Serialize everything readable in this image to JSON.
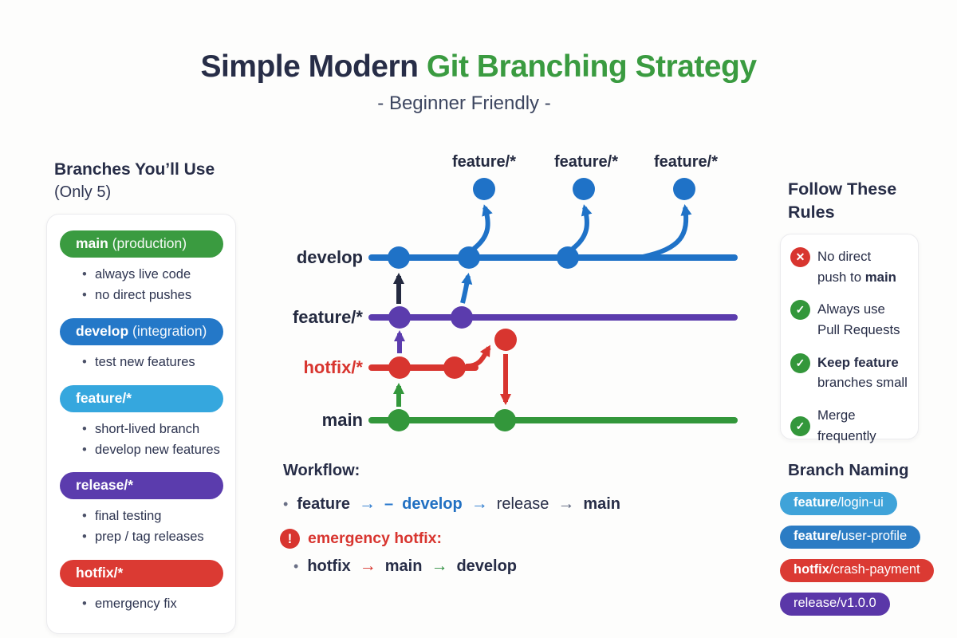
{
  "title": {
    "prefix": "Simple Modern ",
    "highlight": "Git Branching Strategy",
    "subtitle": "- Beginner Friendly -"
  },
  "colors": {
    "navy_text": "#272d47",
    "title_green": "#3a9b40",
    "diagram_blue": "#1f72c7",
    "diagram_purple": "#5b3cad",
    "diagram_red": "#d8352f",
    "diagram_green": "#3a9b40",
    "pill_main_green": "#3a9b40",
    "pill_develop_blue": "#2478c8",
    "pill_feature_cyan": "#35a7de",
    "pill_release_purple": "#5b3cad",
    "pill_hotfix_red": "#db3a33"
  },
  "branches_panel": {
    "heading": "Branches You’ll Use",
    "subheading": "(Only 5)",
    "groups": [
      {
        "name": "main",
        "suffix": " (production)",
        "bullets": [
          "always live code",
          "no direct pushes"
        ]
      },
      {
        "name": "develop",
        "suffix": " (integration)",
        "bullets": [
          "test new features"
        ]
      },
      {
        "name": "feature/*",
        "suffix": "",
        "bullets": [
          "short-lived branch",
          "develop new features"
        ]
      },
      {
        "name": "release/*",
        "suffix": "",
        "bullets": [
          "final testing",
          "prep / tag releases"
        ]
      },
      {
        "name": "hotfix/*",
        "suffix": "",
        "bullets": [
          "emergency fix"
        ]
      }
    ]
  },
  "diagram": {
    "top_labels": [
      "feature/*",
      "feature/*",
      "feature/*"
    ],
    "row_labels": [
      "develop",
      "feature/*",
      "hotfix/*",
      "main"
    ]
  },
  "workflow": {
    "heading": "Workflow:",
    "main_flow": {
      "step1": "feature",
      "arrow1": "→",
      "dash": "–",
      "step2": "develop",
      "arrow2": "→",
      "step3": "release",
      "arrow3": "→",
      "step4": "main"
    },
    "emergency_label": "emergency hotfix:",
    "emergency_icon": "alert-exclamation",
    "emergency_flow": {
      "step1": "hotfix",
      "arrow1": "→",
      "step2": "main",
      "arrow2": "→",
      "step3": "develop"
    }
  },
  "rules_panel": {
    "heading": "Follow These Rules",
    "items": [
      {
        "icon": "x-circle",
        "glyph": "✕",
        "line1": "No direct",
        "line2": "push to ",
        "line2_bold": "main"
      },
      {
        "icon": "check-circle",
        "glyph": "✓",
        "line1": "Always use",
        "line2": "Pull Requests",
        "line2_bold": ""
      },
      {
        "icon": "check-circle",
        "glyph": "✓",
        "line1": "Keep feature",
        "line2": "branches small",
        "line2_bold": ""
      },
      {
        "icon": "check-circle",
        "glyph": "✓",
        "line1": "Merge frequently",
        "line2": "",
        "line2_bold": ""
      }
    ]
  },
  "branch_naming": {
    "heading": "Branch Naming",
    "pills": [
      {
        "bold": "feature",
        "rest": "/login-ui"
      },
      {
        "bold": "feature/",
        "rest": "user-profile"
      },
      {
        "bold": "hotfix",
        "rest": "/crash-payment"
      },
      {
        "bold": "release/v1.0.0",
        "rest": ""
      }
    ]
  }
}
